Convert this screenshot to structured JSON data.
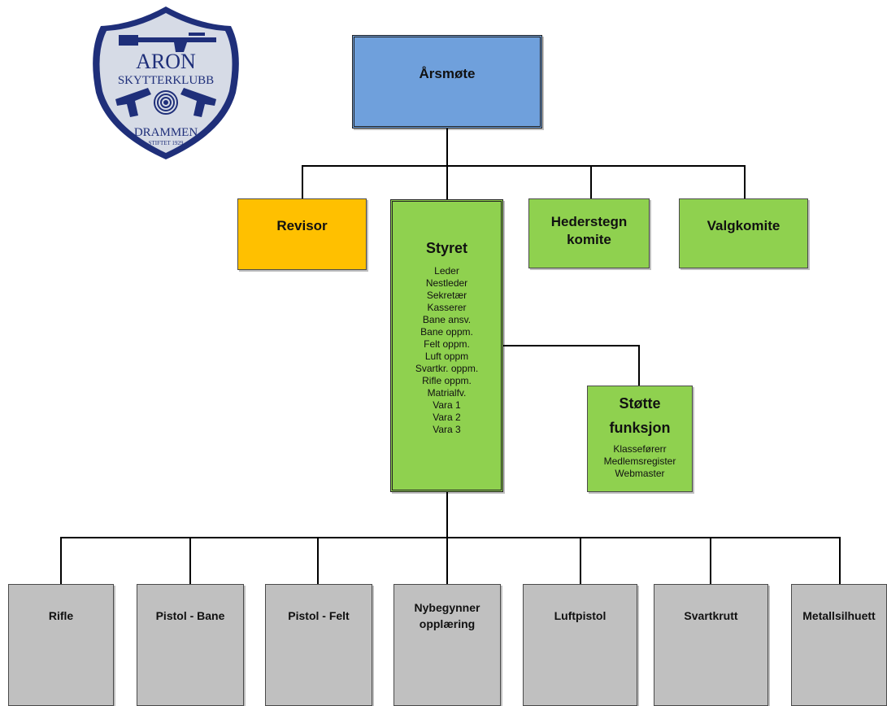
{
  "logo": {
    "line1": "ARON",
    "line2": "SKYTTERKLUBB",
    "line3": "DRAMMEN",
    "line4": "STIFTET 1929"
  },
  "top": {
    "label": "Årsmøte"
  },
  "level2": {
    "revisor": "Revisor",
    "styret": {
      "title": "Styret",
      "members": [
        "Leder",
        "Nestleder",
        "Sekretær",
        "Kasserer",
        "Bane ansv.",
        "Bane oppm.",
        "Felt oppm.",
        "Luft oppm",
        "Svartkr. oppm.",
        "Rifle oppm.",
        "Matrialfv.",
        "Vara 1",
        "Vara 2",
        "Vara 3"
      ]
    },
    "hederstegn": [
      "Hederstegn",
      "komite"
    ],
    "valgkomite": "Valgkomite"
  },
  "stotte": {
    "title": [
      "Støtte",
      "funksjon"
    ],
    "items": [
      "Klasseførerr",
      "Medlemsregister",
      "Webmaster"
    ]
  },
  "units": [
    [
      "Rifle"
    ],
    [
      "Pistol - Bane"
    ],
    [
      "Pistol - Felt"
    ],
    [
      "Nybegynner",
      "opplæring"
    ],
    [
      "Luftpistol"
    ],
    [
      "Svartkrutt"
    ],
    [
      "Metallsilhuett"
    ]
  ],
  "colors": {
    "top": "#6fa0dc",
    "revisor": "#ffc000",
    "green": "#8fd14f",
    "unit": "#c0c0c0",
    "logo_blue": "#1f2f7a",
    "logo_fill": "#d6dbe6"
  }
}
